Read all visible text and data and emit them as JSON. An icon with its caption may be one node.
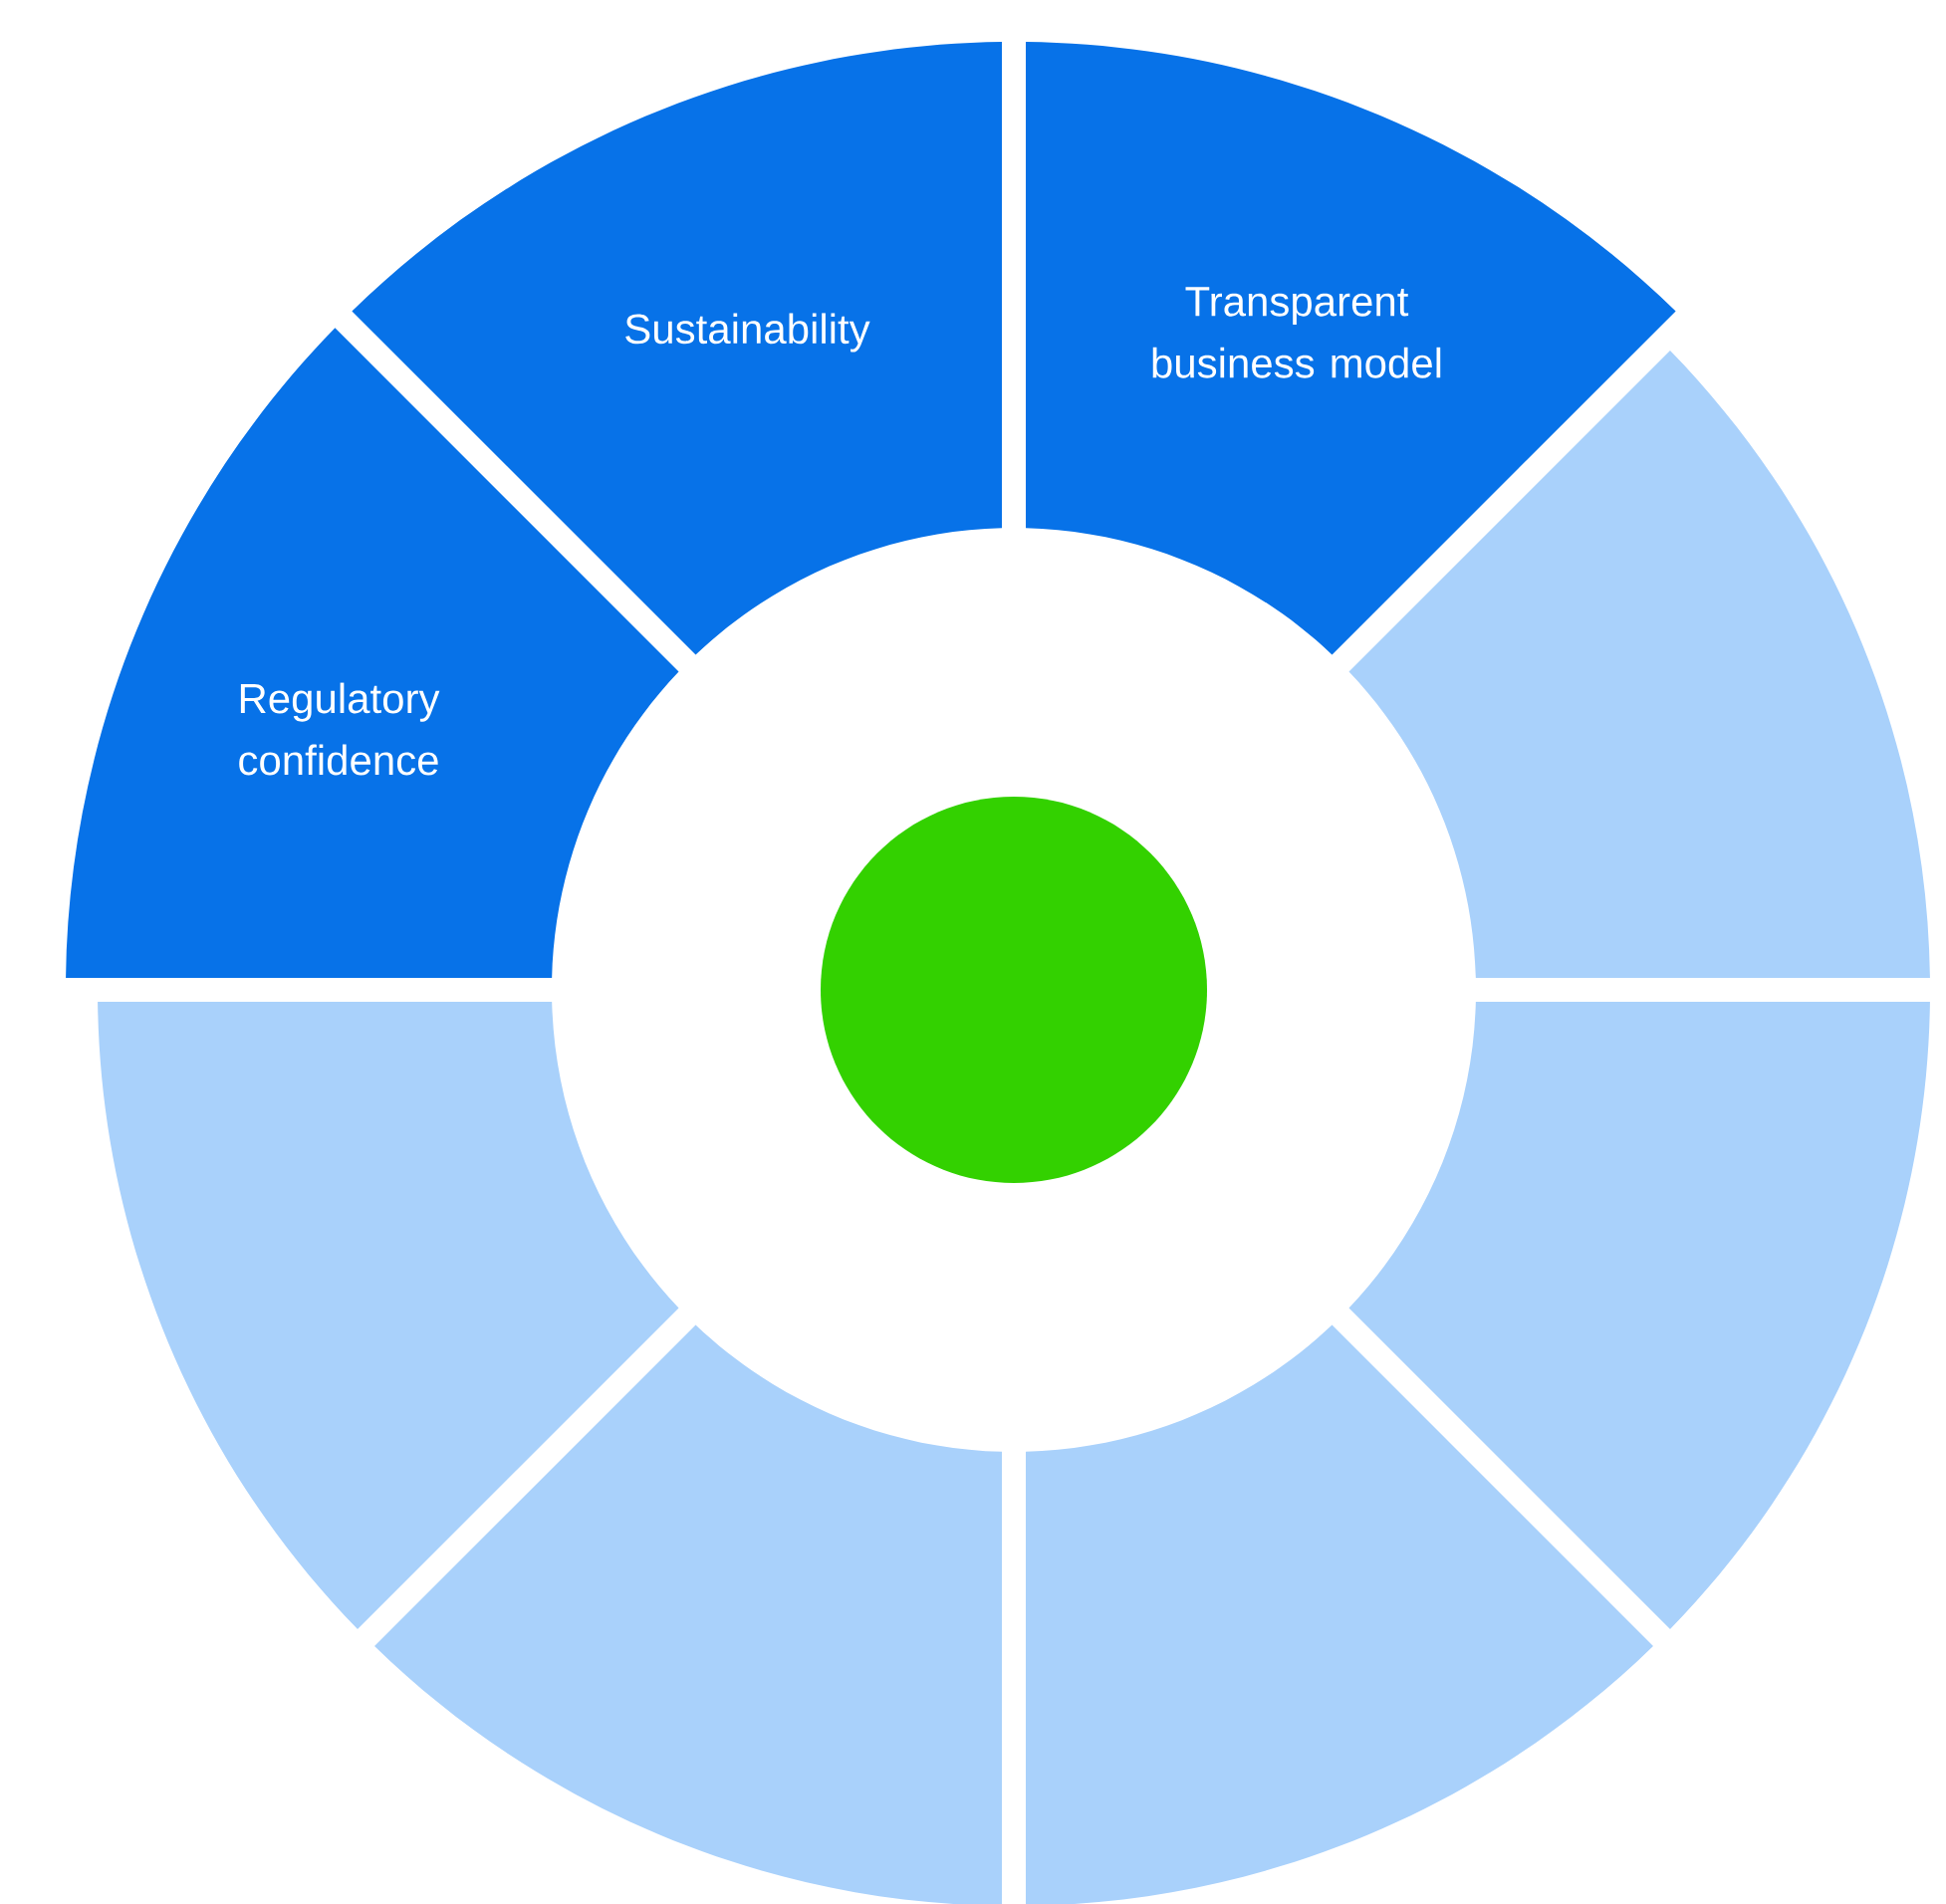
{
  "diagram": {
    "nodes": [
      {
        "text": [
          "Sustainability"
        ]
      },
      {
        "text": [
          "Transparent business model"
        ]
      },
      {
        "text": [
          "Regulatory confidence"
        ]
      },
      {
        "text": [],
        "shape": "sector"
      },
      {
        "text": [],
        "shape": "sector"
      },
      {
        "text": [],
        "shape": "sector"
      },
      {
        "text": [],
        "shape": "sector"
      },
      {
        "text": [],
        "shape": "sector"
      },
      {
        "text": [],
        "shape": "circle"
      }
    ]
  }
}
